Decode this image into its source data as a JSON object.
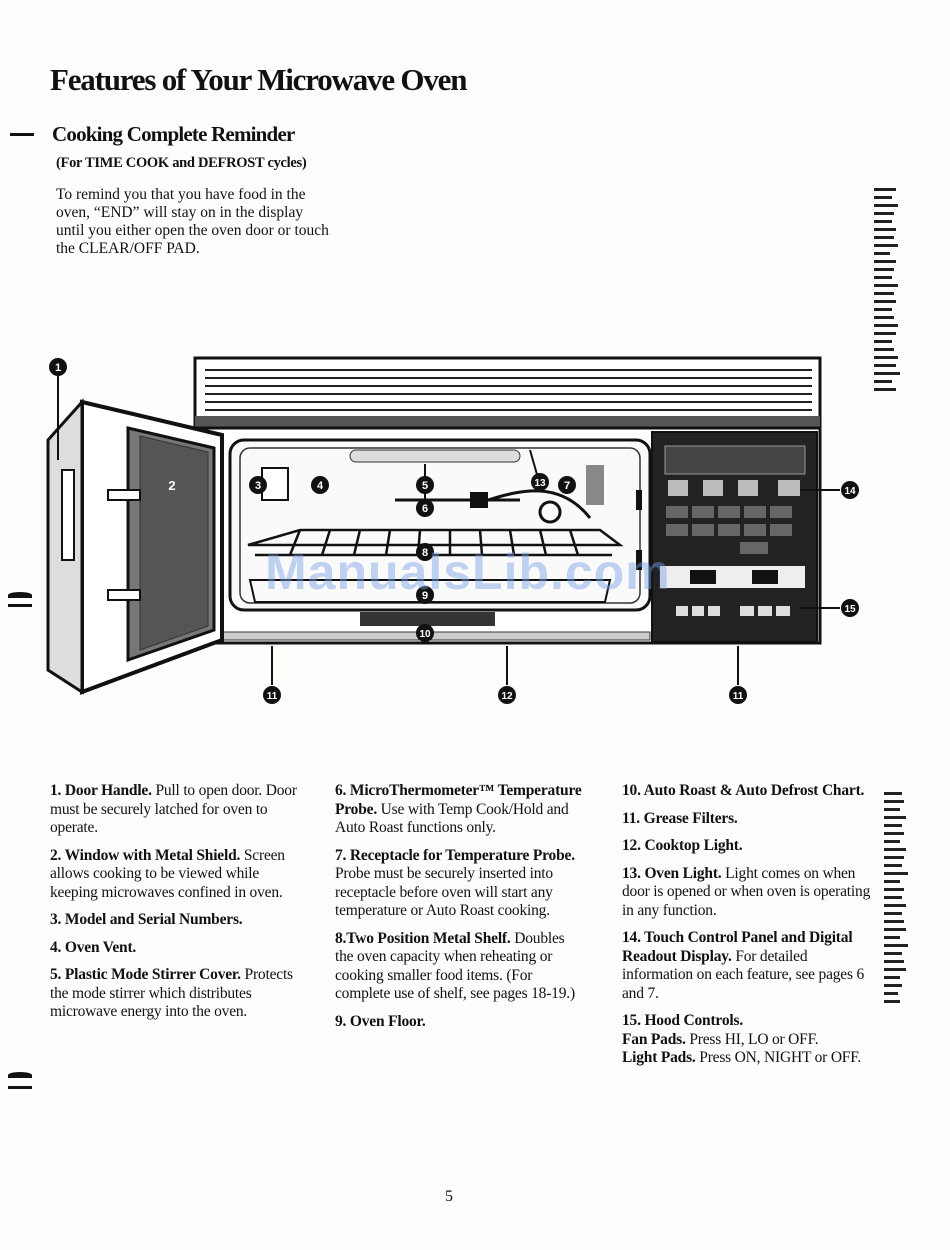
{
  "page": {
    "title": "Features of Your Microwave Oven",
    "section_title": "Cooking Complete Reminder",
    "section_note": "(For TIME COOK and DEFROST cycles)",
    "intro_lines": [
      "To remind you that you have food in the",
      "oven, “END” will stay on in the display",
      "until you either open the oven door or touch",
      "the CLEAR/OFF PAD."
    ],
    "page_number": "5",
    "watermark": "ManualsLib.com"
  },
  "diagram": {
    "callouts": [
      "1",
      "2",
      "3",
      "4",
      "5",
      "6",
      "7",
      "8",
      "9",
      "10",
      "11",
      "12",
      "11",
      "13",
      "14",
      "15"
    ],
    "door_window_label": "2"
  },
  "features": [
    {
      "head": "1. Door Handle.",
      "body": " Pull to open door. Door must be securely latched for oven to operate."
    },
    {
      "head": "2. Window with Metal Shield.",
      "body": " Screen allows cooking to be viewed while keeping microwaves confined in oven."
    },
    {
      "head": "3. Model and Serial Numbers.",
      "body": ""
    },
    {
      "head": "4. Oven Vent.",
      "body": ""
    },
    {
      "head": "5. Plastic Mode Stirrer Cover.",
      "body": " Protects the mode stirrer which distributes microwave energy into the oven."
    },
    {
      "head": "6. MicroThermometer™ Temperature Probe.",
      "body": " Use with Temp Cook/Hold and Auto Roast functions only."
    },
    {
      "head": "7. Receptacle for Temperature Probe.",
      "body": " Probe must be securely inserted into receptacle before oven will start any temperature or Auto Roast cooking."
    },
    {
      "head": "8.Two Position Metal Shelf.",
      "body": " Doubles the oven capacity when reheating or cooking smaller food items. (For complete use of shelf, see pages 18-19.)"
    },
    {
      "head": "9. Oven Floor.",
      "body": ""
    },
    {
      "head": "10. Auto Roast & Auto Defrost Chart.",
      "body": ""
    },
    {
      "head": "11. Grease Filters.",
      "body": ""
    },
    {
      "head": "12. Cooktop Light.",
      "body": ""
    },
    {
      "head": "13. Oven Light.",
      "body": " Light comes on when door is opened or when oven is operating in any function."
    },
    {
      "head": "14. Touch Control Panel and Digital Readout Display.",
      "body": " For detailed information on each feature, see pages 6 and 7."
    },
    {
      "head": "15. Hood Controls.",
      "body": ""
    },
    {
      "head": "Fan Pads.",
      "body": " Press HI, LO or OFF."
    },
    {
      "head": "Light Pads.",
      "body": " Press ON, NIGHT or OFF."
    }
  ],
  "colors": {
    "ink": "#111111",
    "paper": "#fdfdfb",
    "watermark": "#78a0e6"
  }
}
